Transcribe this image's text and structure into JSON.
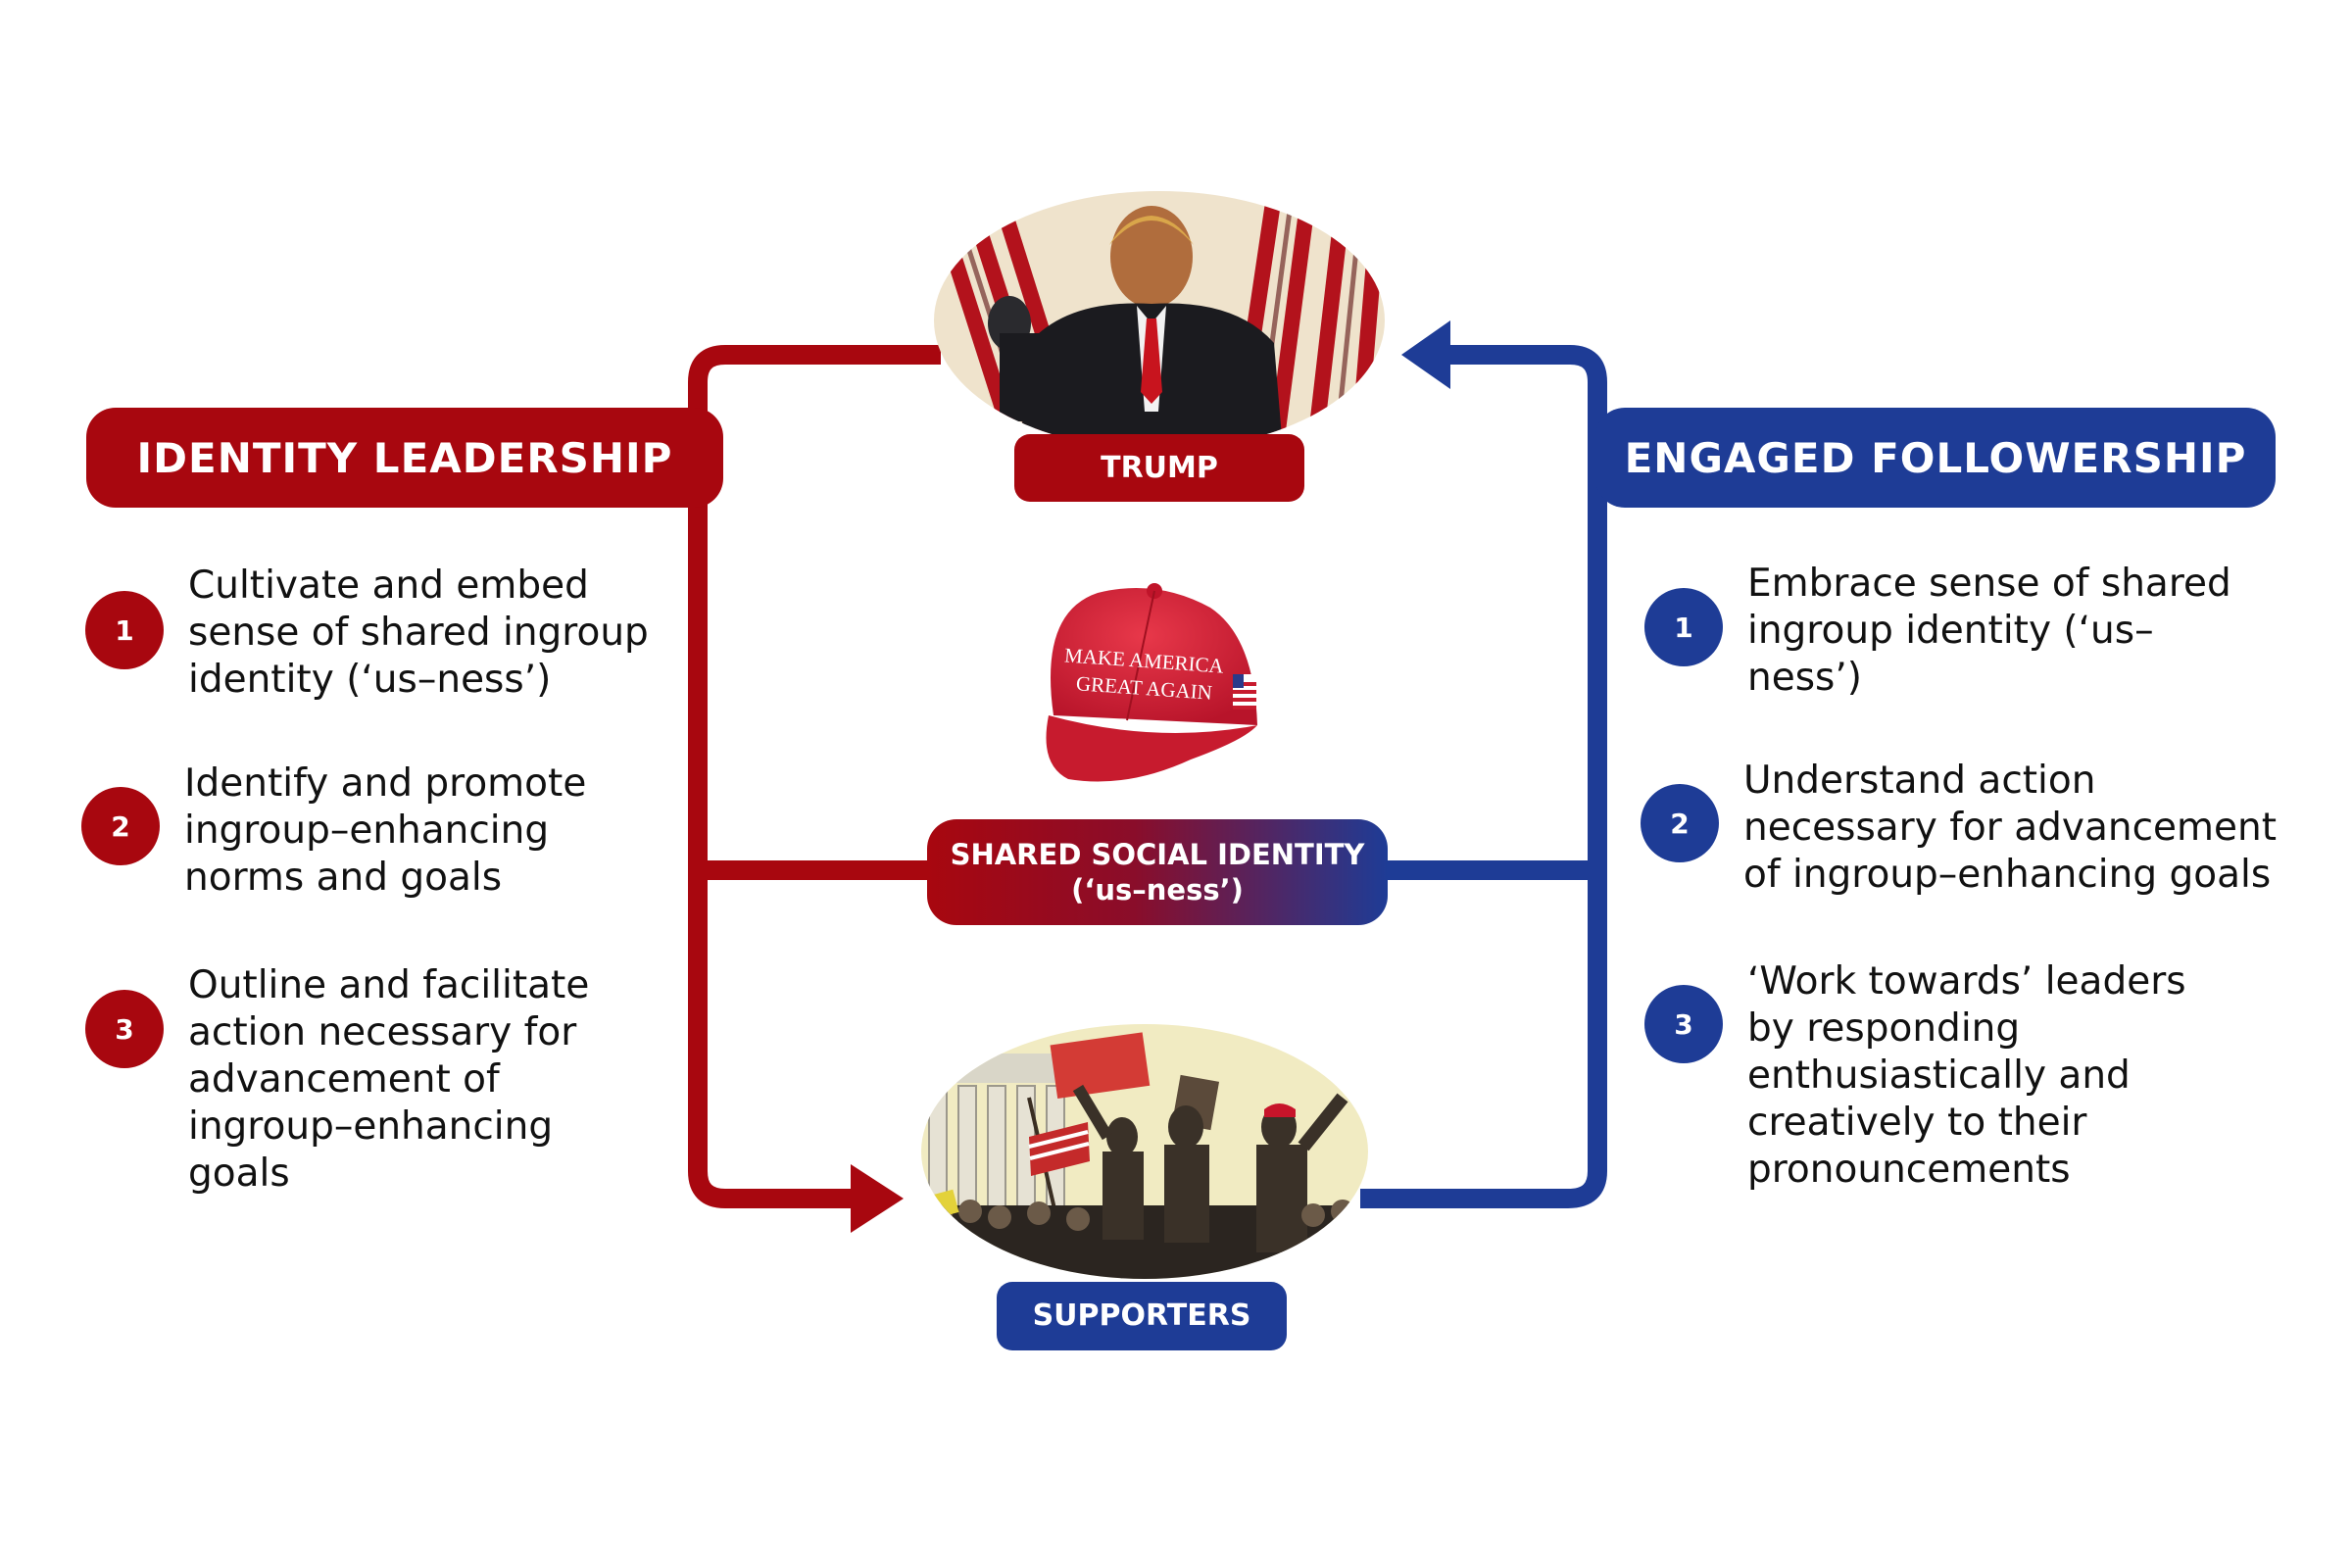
{
  "left": {
    "title": "IDENTITY LEADERSHIP",
    "color": "#a8070f",
    "steps": [
      {
        "num": "1",
        "text": "Cultivate and embed sense of shared ingroup identity (‘us–ness’)"
      },
      {
        "num": "2",
        "text": "Identify and promote ingroup–enhancing norms and goals"
      },
      {
        "num": "3",
        "text": "Outline and facilitate action necessary for advancement of ingroup–enhancing goals"
      }
    ]
  },
  "right": {
    "title": "ENGAGED FOLLOWERSHIP",
    "color": "#1e3c96",
    "steps": [
      {
        "num": "1",
        "text": "Embrace sense of shared ingroup identity (‘us–ness’)"
      },
      {
        "num": "2",
        "text": "Understand action necessary for advancement of ingroup–enhancing goals"
      },
      {
        "num": "3",
        "text": "‘Work towards’ leaders by responding enthusiastically and creatively to their pronouncements"
      }
    ]
  },
  "center": {
    "leader_label": "TRUMP",
    "identity_label_line1": "SHARED SOCIAL IDENTITY",
    "identity_label_line2": "(‘us–ness’)",
    "followers_label": "SUPPORTERS",
    "hat_text_line1": "MAKE AMERICA",
    "hat_text_line2": "GREAT AGAIN"
  }
}
